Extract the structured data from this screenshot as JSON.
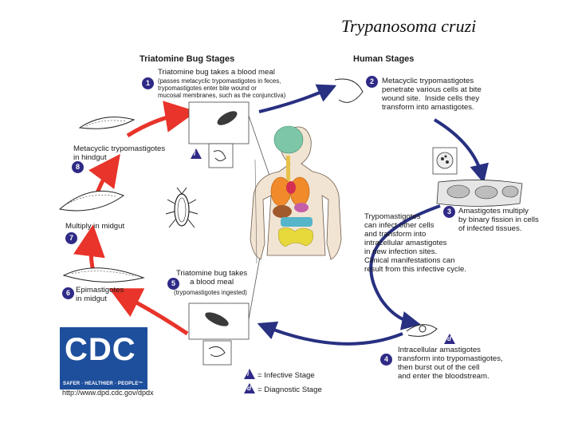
{
  "title": "Trypanosoma cruzi",
  "sections": {
    "bug": "Triatomine Bug Stages",
    "human": "Human Stages"
  },
  "stages": {
    "s1": {
      "num": "1",
      "main": "Triatomine bug takes a blood meal",
      "detail": "(passes metacyclic trypomastigotes in feces,\ntrypomastigotes enter bite wound or\nmucosal membranes, such as the conjunctiva)"
    },
    "s2": {
      "num": "2",
      "text": "Metacyclic trypomastigotes\npenetrate various cells at bite\nwound site.  Inside cells they\ntransform into amastigotes."
    },
    "s3": {
      "num": "3",
      "text": "Amastigotes multiply\nby binary fission in cells\nof infected tissues."
    },
    "s4": {
      "num": "4",
      "text": "Intracellular amastigotes\ntransform into trypomastigotes,\nthen burst out of the cell\nand enter the bloodstream."
    },
    "s5": {
      "num": "5",
      "main": "Triatomine bug takes\na blood meal",
      "detail": "(trypomastigotes ingested)"
    },
    "s6": {
      "num": "6",
      "text": "Epimastigotes\nin midgut"
    },
    "s7": {
      "num": "7",
      "text": "Multiply in midgut"
    },
    "s8": {
      "num": "8",
      "text": "Metacyclic trypomastigotes\nin hindgut"
    }
  },
  "center_note": "Trypomastigotes\ncan infect other cells\nand transform into\nintracellular amastigotes\nin new infection sites.\nClinical manifestations can\nresult from this infective cycle.",
  "legend": {
    "i_symbol": "i",
    "d_symbol": "d",
    "infective": "= Infective Stage",
    "diagnostic": "= Diagnostic Stage"
  },
  "logo": {
    "name": "CDC",
    "tagline": "SAFER · HEALTHIER · PEOPLE™"
  },
  "url": "http://www.dpd.cdc.gov/dpdx",
  "colors": {
    "red_arrow": "#e8342a",
    "blue_arrow": "#283081",
    "badge": "#2f2a86",
    "logo_bg": "#1e4f9c"
  }
}
